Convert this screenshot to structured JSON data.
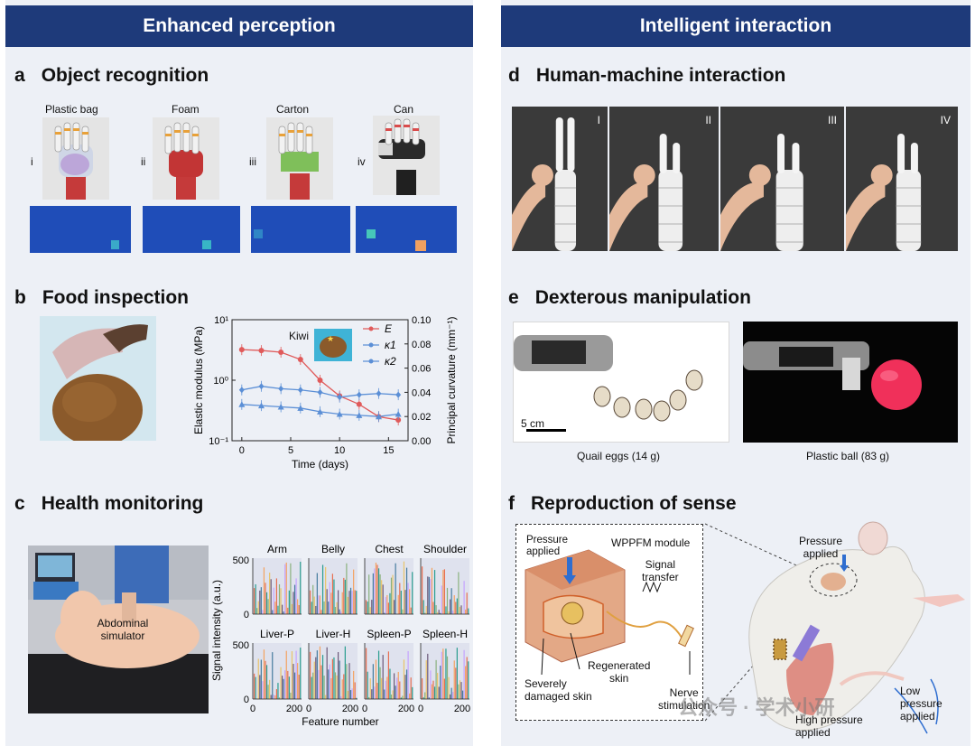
{
  "left": {
    "banner": "Enhanced perception",
    "a": {
      "letter": "a",
      "title": "Object recognition",
      "items": [
        {
          "roman": "i",
          "label": "Plastic bag"
        },
        {
          "roman": "ii",
          "label": "Foam"
        },
        {
          "roman": "iii",
          "label": "Carton"
        },
        {
          "roman": "iv",
          "label": "Can"
        }
      ]
    },
    "b": {
      "letter": "b",
      "title": "Food inspection",
      "inset_label": "Kiwi"
    },
    "c": {
      "letter": "c",
      "title": "Health monitoring",
      "photo_label_line1": "Abdominal",
      "photo_label_line2": "simulator",
      "panels": [
        "Arm",
        "Belly",
        "Chest",
        "Shoulder",
        "Liver-P",
        "Liver-H",
        "Spleen-P",
        "Spleen-H"
      ],
      "ylabel": "Signal intensity (a.u.)",
      "xlabel": "Feature number",
      "y_ticks": [
        "500",
        "0"
      ],
      "x_ticks": [
        "0",
        "200"
      ]
    }
  },
  "right": {
    "banner": "Intelligent interaction",
    "d": {
      "letter": "d",
      "title": "Human-machine interaction",
      "frames": [
        "I",
        "II",
        "III",
        "IV"
      ]
    },
    "e": {
      "letter": "e",
      "title": "Dexterous manipulation",
      "scale_bar": "5 cm",
      "captions": [
        "Quail eggs (14 g)",
        "Plastic ball (83 g)"
      ]
    },
    "f": {
      "letter": "f",
      "title": "Reproduction of sense",
      "labels": {
        "pressure_applied_1": "Pressure",
        "pressure_applied_2": "applied",
        "module": "WPPFM module",
        "signal_1": "Signal",
        "signal_2": "transfer",
        "regen_1": "Regenerated",
        "regen_2": "skin",
        "damaged_1": "Severely",
        "damaged_2": "damaged skin",
        "nerve_1": "Nerve",
        "nerve_2": "stimulation",
        "rat_pressure_1": "Pressure",
        "rat_pressure_2": "applied",
        "high_1": "High pressure",
        "high_2": "applied",
        "low_1": "Low",
        "low_2": "pressure",
        "low_3": "applied"
      },
      "watermark": "公众号 · 学术小研"
    }
  },
  "chart_data": {
    "type": "line",
    "x": [
      0,
      2,
      4,
      6,
      8,
      10,
      12,
      14,
      16
    ],
    "xlabel": "Time (days)",
    "ylabel": "Elastic modulus (MPa)",
    "ylabel_right": "Principal curvature (mm⁻¹)",
    "xlim": [
      -1,
      17
    ],
    "ylim": [
      0.1,
      10
    ],
    "yscale": "log",
    "ylim_right": [
      0.0,
      0.1
    ],
    "x_ticks": [
      "0",
      "5",
      "10",
      "15"
    ],
    "y_ticks": [
      "10¹",
      "10⁰",
      "10⁻¹"
    ],
    "y_ticks_right": [
      "0.10",
      "0.08",
      "0.06",
      "0.04",
      "0.02",
      "0.00"
    ],
    "legend_position": "top-right",
    "series": [
      {
        "name": "E",
        "axis": "left",
        "color": "#e05a5a",
        "marker": "circle",
        "values": [
          3.2,
          3.1,
          2.9,
          2.2,
          1.0,
          0.55,
          0.4,
          0.25,
          0.22
        ]
      },
      {
        "name": "κ1",
        "axis": "right",
        "color": "#5b8fd6",
        "marker": "diamond",
        "values": [
          0.042,
          0.045,
          0.043,
          0.042,
          0.04,
          0.036,
          0.038,
          0.039,
          0.038
        ]
      },
      {
        "name": "κ2",
        "axis": "right",
        "color": "#5b8fd6",
        "marker": "triangle",
        "values": [
          0.03,
          0.029,
          0.028,
          0.027,
          0.024,
          0.022,
          0.021,
          0.02,
          0.022
        ]
      }
    ]
  }
}
